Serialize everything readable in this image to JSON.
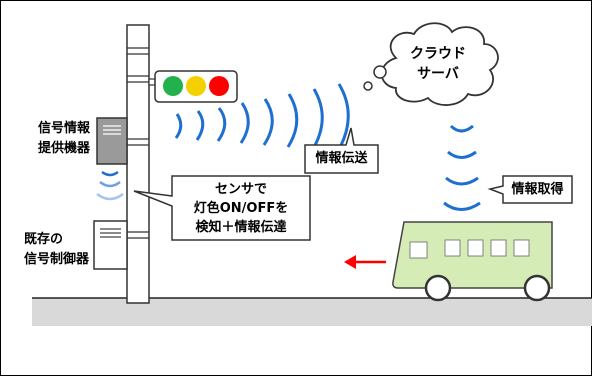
{
  "labels": {
    "cloud": [
      "クラウド",
      "サーバ"
    ],
    "device": [
      "信号情報",
      "提供機器"
    ],
    "controller": [
      "既存の",
      "信号制御器"
    ],
    "sensor": [
      "センサで",
      "灯色ON/OFFを",
      "検知＋情報伝達"
    ],
    "transmission": "情報伝送",
    "acquisition": "情報取得"
  },
  "colors": {
    "lamp_green": "#22b14c",
    "lamp_yellow": "#f5d000",
    "lamp_red": "#ff0000",
    "wave": "#1f6fd1",
    "bus_body": "#d6ecb6",
    "arrow": "#ff0000",
    "ground": "#d9d9d9"
  }
}
